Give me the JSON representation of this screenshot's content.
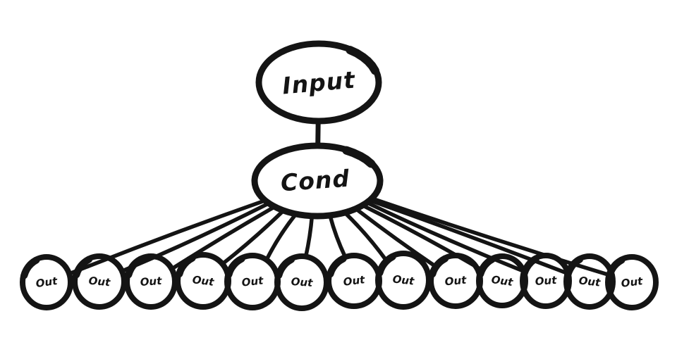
{
  "diagram": {
    "colors": {
      "ink": "#141414",
      "background": "#ffffff"
    },
    "nodes": {
      "input": {
        "label": "Input"
      },
      "cond": {
        "label": "Cond"
      }
    },
    "outputs": [
      {
        "label": "Out"
      },
      {
        "label": "Out"
      },
      {
        "label": "Out"
      },
      {
        "label": "Out"
      },
      {
        "label": "Out"
      },
      {
        "label": "Out"
      },
      {
        "label": "Out"
      },
      {
        "label": "Out"
      },
      {
        "label": "Out"
      },
      {
        "label": "Out"
      },
      {
        "label": "Out"
      },
      {
        "label": "Out"
      },
      {
        "label": "Out"
      }
    ],
    "edges": [
      {
        "from": "input",
        "to": "cond"
      },
      {
        "from": "cond",
        "to": "out-1"
      },
      {
        "from": "cond",
        "to": "out-2"
      },
      {
        "from": "cond",
        "to": "out-3"
      },
      {
        "from": "cond",
        "to": "out-4"
      },
      {
        "from": "cond",
        "to": "out-5"
      },
      {
        "from": "cond",
        "to": "out-6"
      },
      {
        "from": "cond",
        "to": "out-7"
      },
      {
        "from": "cond",
        "to": "out-8"
      },
      {
        "from": "cond",
        "to": "out-9"
      },
      {
        "from": "cond",
        "to": "out-10"
      },
      {
        "from": "cond",
        "to": "out-11"
      },
      {
        "from": "cond",
        "to": "out-12"
      },
      {
        "from": "cond",
        "to": "out-13"
      }
    ]
  }
}
